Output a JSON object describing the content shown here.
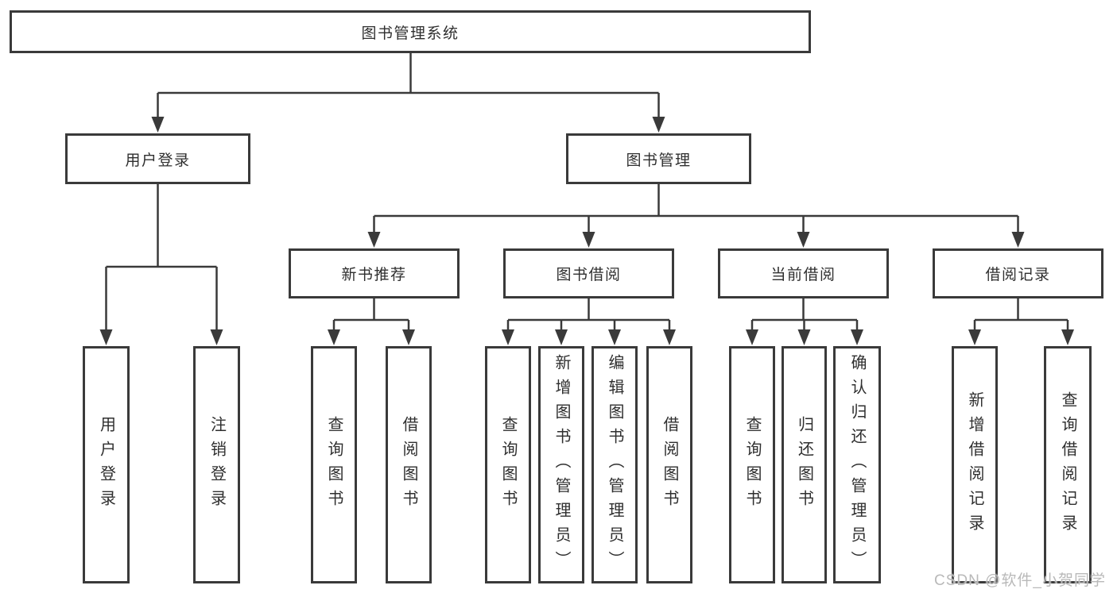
{
  "diagram": {
    "root": {
      "label": "图书管理系统"
    },
    "level2": [
      {
        "id": "user-login",
        "label": "用户登录"
      },
      {
        "id": "book-management",
        "label": "图书管理"
      }
    ],
    "level3": [
      {
        "id": "new-book-recommend",
        "label": "新书推荐"
      },
      {
        "id": "book-borrowing",
        "label": "图书借阅"
      },
      {
        "id": "current-borrowing",
        "label": "当前借阅"
      },
      {
        "id": "borrowing-records",
        "label": "借阅记录"
      }
    ],
    "leaves": [
      {
        "parent": "user-login",
        "label": "用户登录"
      },
      {
        "parent": "user-login",
        "label": "注销登录"
      },
      {
        "parent": "new-book-recommend",
        "label": "查询图书"
      },
      {
        "parent": "new-book-recommend",
        "label": "借阅图书"
      },
      {
        "parent": "book-borrowing",
        "label": "查询图书"
      },
      {
        "parent": "book-borrowing",
        "label": "新增图书（管理员）"
      },
      {
        "parent": "book-borrowing",
        "label": "编辑图书（管理员）"
      },
      {
        "parent": "book-borrowing",
        "label": "借阅图书"
      },
      {
        "parent": "current-borrowing",
        "label": "查询图书"
      },
      {
        "parent": "current-borrowing",
        "label": "归还图书"
      },
      {
        "parent": "current-borrowing",
        "label": "确认归还（管理员）"
      },
      {
        "parent": "borrowing-records",
        "label": "新增借阅记录"
      },
      {
        "parent": "borrowing-records",
        "label": "查询借阅记录"
      }
    ]
  },
  "watermark": {
    "text": "CSDN @软件_小贺同学"
  },
  "colors": {
    "line": "#3a3a3a",
    "text": "#2f2f2f",
    "background": "#ffffff",
    "watermark": "#b9b9b9"
  }
}
